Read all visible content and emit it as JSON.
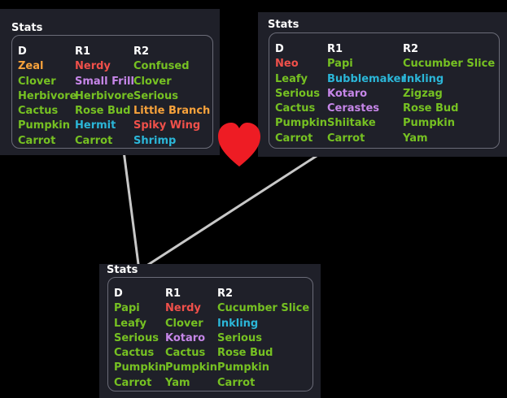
{
  "colors": {
    "white": "#ffffff",
    "green": "#76c122",
    "orange": "#f7a23b",
    "red": "#f0504a",
    "purple": "#c686e8",
    "cyan": "#2bb6d8",
    "heart": "#ee1c24"
  },
  "decor": {
    "heart_icon": "heart-icon"
  },
  "cards": [
    {
      "title": "Stats",
      "headers": [
        "D",
        "R1",
        "R2"
      ],
      "columns": [
        [
          {
            "text": "Zeal",
            "color": "orange"
          },
          {
            "text": "Clover",
            "color": "green"
          },
          {
            "text": "Herbivore",
            "color": "green"
          },
          {
            "text": "Cactus",
            "color": "green"
          },
          {
            "text": "Pumpkin",
            "color": "green"
          },
          {
            "text": "Carrot",
            "color": "green"
          }
        ],
        [
          {
            "text": "Nerdy",
            "color": "red"
          },
          {
            "text": "Small Frill",
            "color": "purple"
          },
          {
            "text": "Herbivore",
            "color": "green"
          },
          {
            "text": "Rose Bud",
            "color": "green"
          },
          {
            "text": "Hermit",
            "color": "cyan"
          },
          {
            "text": "Carrot",
            "color": "green"
          }
        ],
        [
          {
            "text": "Confused",
            "color": "green"
          },
          {
            "text": "Clover",
            "color": "green"
          },
          {
            "text": "Serious",
            "color": "green"
          },
          {
            "text": "Little Branch",
            "color": "orange"
          },
          {
            "text": "Spiky Wing",
            "color": "red"
          },
          {
            "text": "Shrimp",
            "color": "cyan"
          }
        ]
      ]
    },
    {
      "title": "Stats",
      "headers": [
        "D",
        "R1",
        "R2"
      ],
      "columns": [
        [
          {
            "text": "Neo",
            "color": "red"
          },
          {
            "text": "Leafy",
            "color": "green"
          },
          {
            "text": "Serious",
            "color": "green"
          },
          {
            "text": "Cactus",
            "color": "green"
          },
          {
            "text": "Pumpkin",
            "color": "green"
          },
          {
            "text": "Carrot",
            "color": "green"
          }
        ],
        [
          {
            "text": "Papi",
            "color": "green"
          },
          {
            "text": "Bubblemaker",
            "color": "cyan"
          },
          {
            "text": "Kotaro",
            "color": "purple"
          },
          {
            "text": "Cerastes",
            "color": "purple"
          },
          {
            "text": "Shiitake",
            "color": "green"
          },
          {
            "text": "Carrot",
            "color": "green"
          }
        ],
        [
          {
            "text": "Cucumber Slice",
            "color": "green"
          },
          {
            "text": "Inkling",
            "color": "cyan"
          },
          {
            "text": "Zigzag",
            "color": "green"
          },
          {
            "text": "Rose Bud",
            "color": "green"
          },
          {
            "text": "Pumpkin",
            "color": "green"
          },
          {
            "text": "Yam",
            "color": "green"
          }
        ]
      ]
    },
    {
      "title": "Stats",
      "headers": [
        "D",
        "R1",
        "R2"
      ],
      "columns": [
        [
          {
            "text": "Papi",
            "color": "green"
          },
          {
            "text": "Leafy",
            "color": "green"
          },
          {
            "text": "Serious",
            "color": "green"
          },
          {
            "text": "Cactus",
            "color": "green"
          },
          {
            "text": "Pumpkin",
            "color": "green"
          },
          {
            "text": "Carrot",
            "color": "green"
          }
        ],
        [
          {
            "text": "Nerdy",
            "color": "red"
          },
          {
            "text": "Clover",
            "color": "green"
          },
          {
            "text": "Kotaro",
            "color": "purple"
          },
          {
            "text": "Cactus",
            "color": "green"
          },
          {
            "text": "Pumpkin",
            "color": "green"
          },
          {
            "text": "Yam",
            "color": "green"
          }
        ],
        [
          {
            "text": "Cucumber Slice",
            "color": "green"
          },
          {
            "text": "Inkling",
            "color": "cyan"
          },
          {
            "text": "Serious",
            "color": "green"
          },
          {
            "text": "Rose Bud",
            "color": "green"
          },
          {
            "text": "Pumpkin",
            "color": "green"
          },
          {
            "text": "Carrot",
            "color": "green"
          }
        ]
      ]
    }
  ]
}
